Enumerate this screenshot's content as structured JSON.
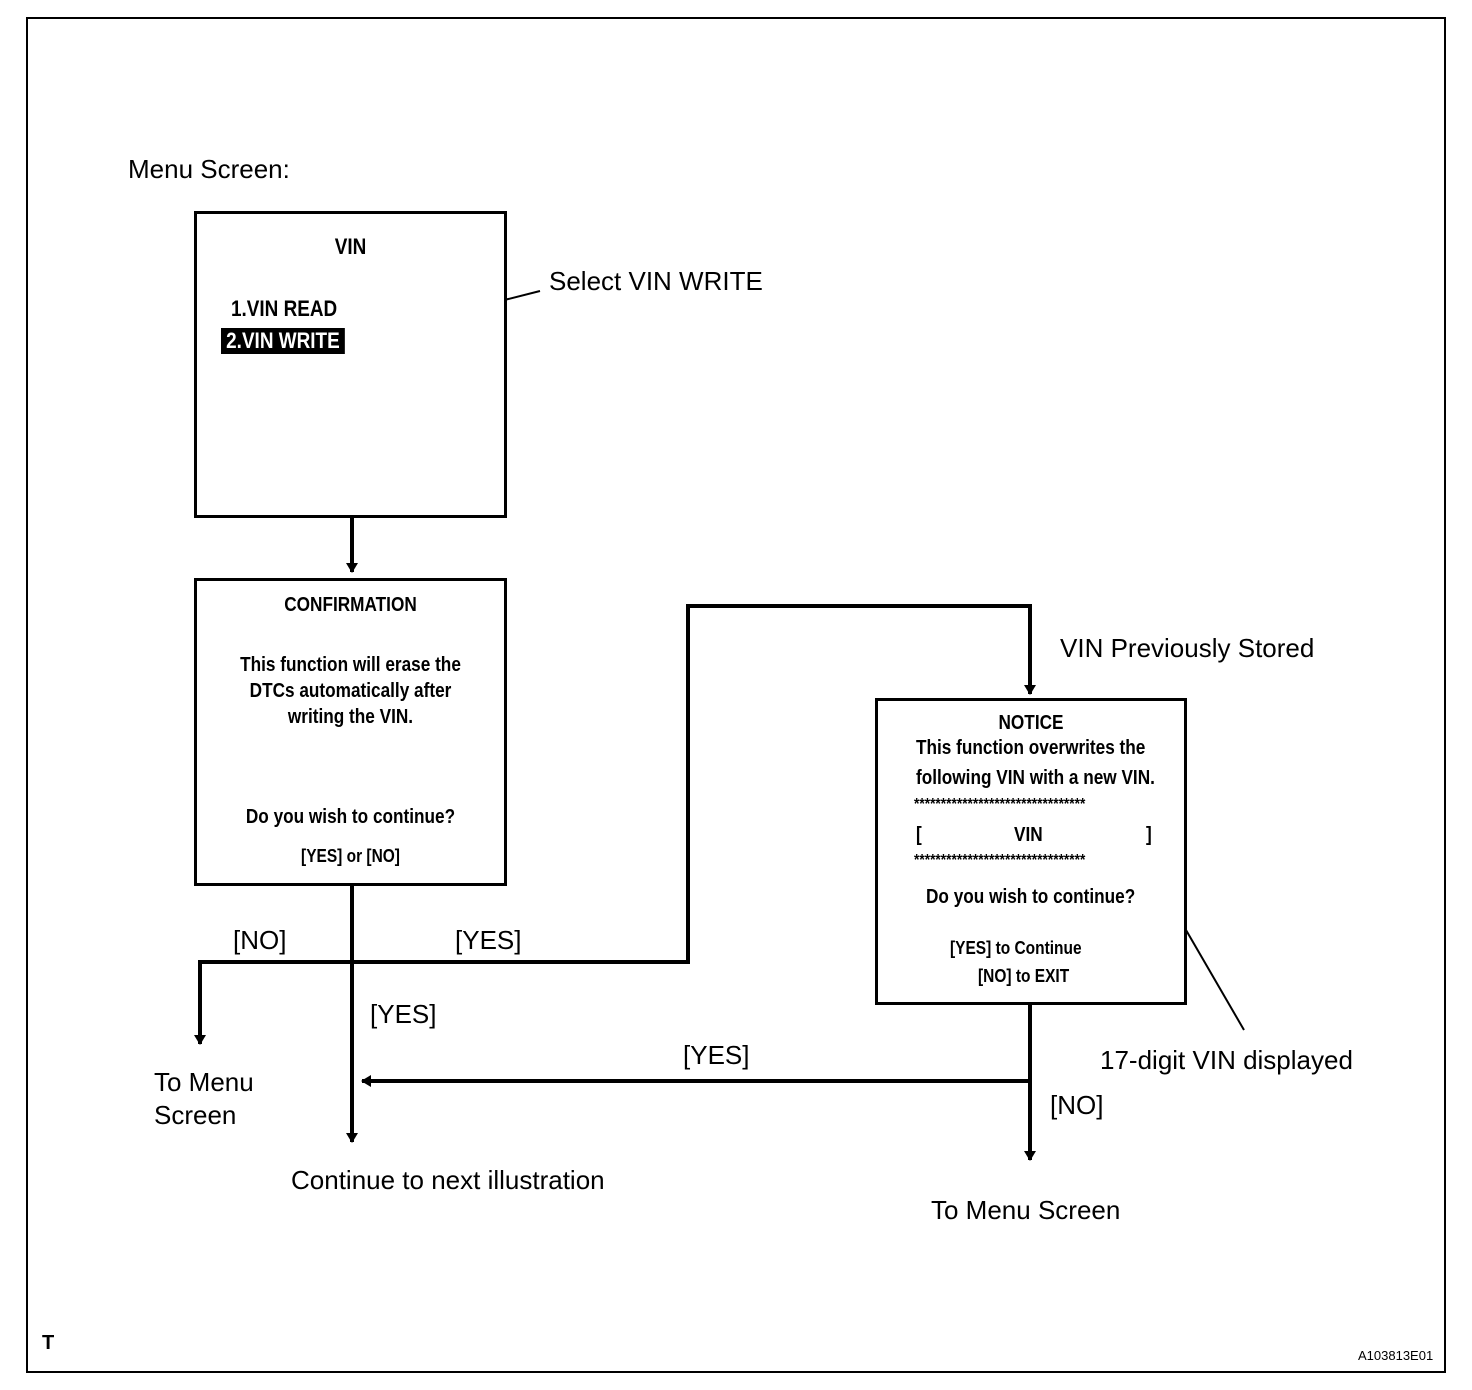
{
  "menu_screen_label": "Menu Screen:",
  "vin_box": {
    "title": "VIN",
    "item1": "1.VIN READ",
    "item2": "2.VIN WRITE"
  },
  "select_callout": "Select VIN WRITE",
  "confirmation_box": {
    "title": "CONFIRMATION",
    "line1": "This function will erase the",
    "line2": "DTCs automatically after",
    "line3": "writing the VIN.",
    "question": "Do you wish to continue?",
    "options": "[YES] or [NO]"
  },
  "notice_box": {
    "title": "NOTICE",
    "line1": "This function overwrites the",
    "line2": "following VIN with a new VIN.",
    "stars": "********************************",
    "bracket_open": "[",
    "vin": "VIN",
    "bracket_close": "]",
    "question": "Do you wish to continue?",
    "yes_option": "[YES] to Continue",
    "no_option": "[NO] to EXIT"
  },
  "labels": {
    "vin_previously_stored": "VIN Previously Stored",
    "no_left": "[NO]",
    "yes_upper": "[YES]",
    "yes_down": "[YES]",
    "yes_lower": "[YES]",
    "no_right": "[NO]",
    "to_menu_left_1": "To Menu",
    "to_menu_left_2": "Screen",
    "continue_next": "Continue to next illustration",
    "to_menu_right": "To Menu Screen",
    "digit_vin": "17-digit VIN displayed"
  },
  "corner_t": "T",
  "figure_code": "A103813E01"
}
